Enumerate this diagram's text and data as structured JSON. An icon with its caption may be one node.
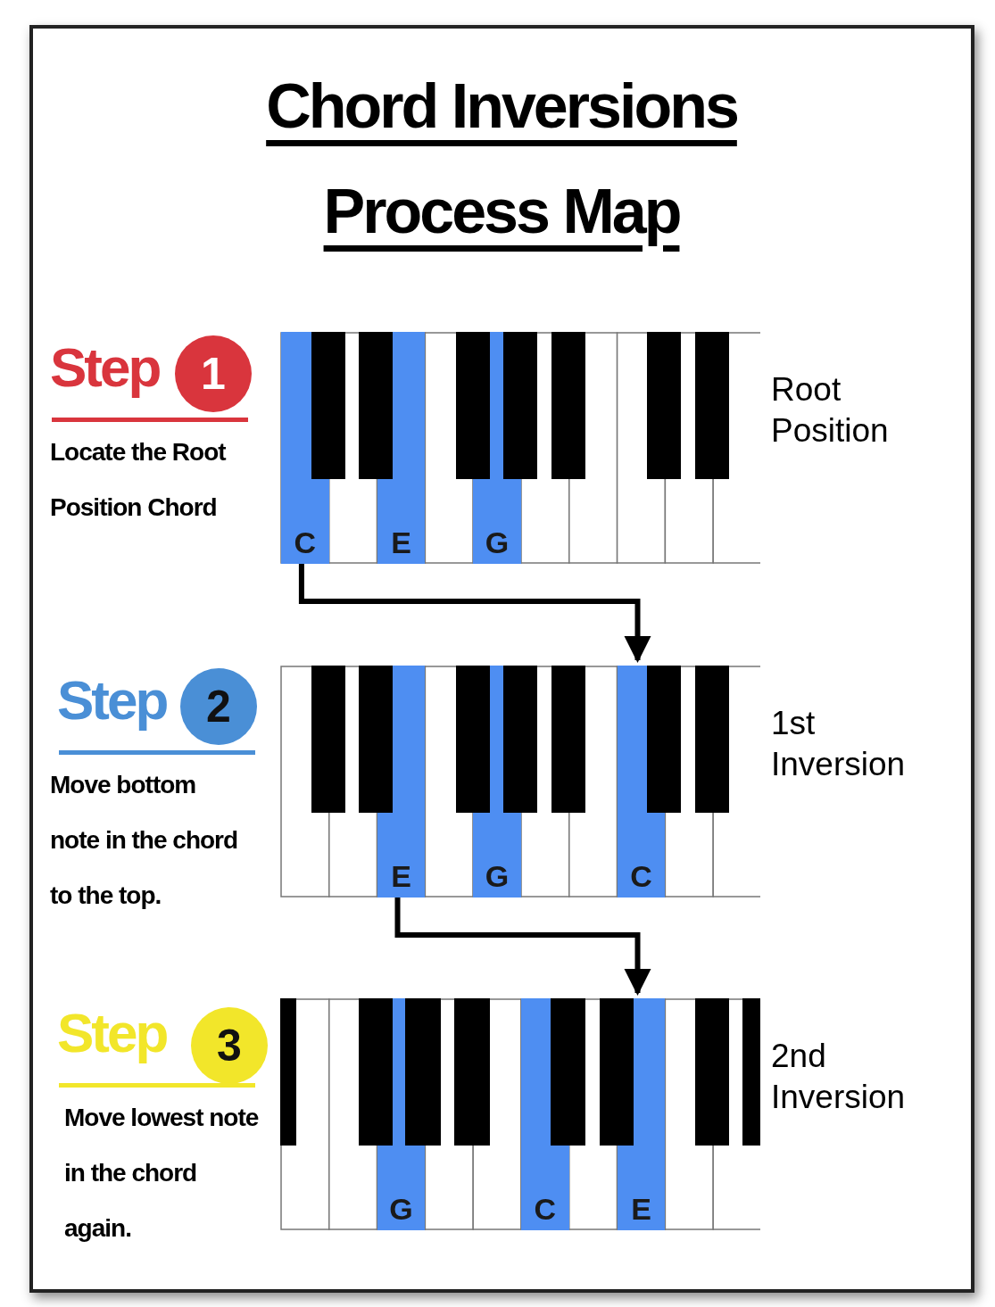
{
  "diagram": {
    "title": "Chord Inversions Process Map",
    "nodes": [
      {
        "text": [
          "1"
        ],
        "beside": [
          "Step",
          "Locate the Root Position Chord"
        ]
      },
      {
        "text": [],
        "shape": "picture",
        "beside": [
          "Root Position"
        ]
      },
      {
        "text": [
          "C"
        ],
        "in": 1
      },
      {
        "text": [
          "E"
        ],
        "in": 1
      },
      {
        "text": [
          "G"
        ],
        "in": 1
      },
      {
        "text": [
          "2"
        ],
        "beside": [
          "Step",
          "Move bottom note in the chord to the top."
        ]
      },
      {
        "text": [],
        "shape": "picture",
        "beside": [
          "1st Inversion"
        ]
      },
      {
        "text": [
          "E"
        ],
        "in": 6
      },
      {
        "text": [
          "G"
        ],
        "in": 6
      },
      {
        "text": [
          "C"
        ],
        "in": 6
      },
      {
        "text": [
          "3"
        ],
        "beside": [
          "Step",
          "Move lowest note in the chord again."
        ]
      },
      {
        "text": [],
        "shape": "picture",
        "beside": [
          "2nd Inversion"
        ]
      },
      {
        "text": [
          "G"
        ],
        "in": 11
      },
      {
        "text": [
          "C"
        ],
        "in": 11
      },
      {
        "text": [
          "E"
        ],
        "in": 11
      }
    ],
    "edges": [
      {
        "from": 2,
        "to": 9,
        "arrow": "to"
      },
      {
        "from": 7,
        "to": 14,
        "arrow": "to"
      }
    ]
  }
}
